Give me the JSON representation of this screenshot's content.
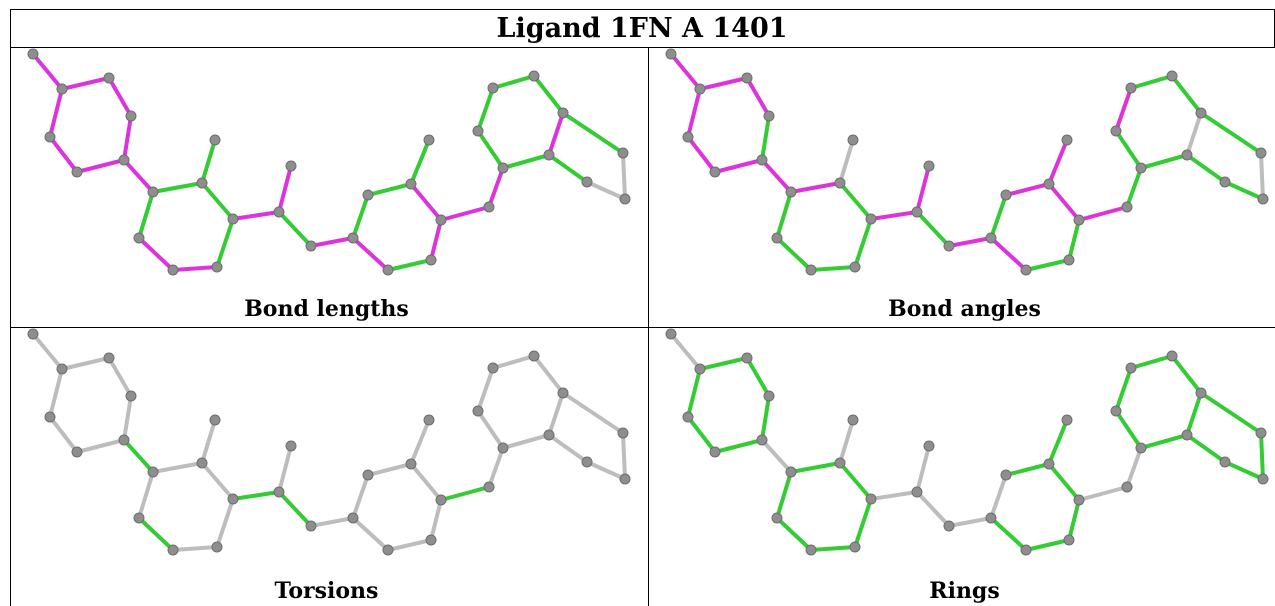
{
  "title": "Ligand 1FN A 1401",
  "colors": {
    "magenta": "#dd33dd",
    "green": "#33cc33",
    "gray": "#bdbdbd",
    "atom": "#8e8e8e"
  },
  "panels": [
    {
      "caption": "Bond lengths",
      "bond_colors": [
        "m",
        "m",
        "m",
        "m",
        "m",
        "m",
        "m",
        "m",
        "g",
        "g",
        "g",
        "g",
        "m",
        "m",
        "g",
        "m",
        "m",
        "g",
        "m",
        "g",
        "g",
        "g",
        "m",
        "m",
        "g",
        "m",
        "m",
        "m",
        "g",
        "g",
        "g",
        "g",
        "m",
        "g",
        "g",
        "x",
        "x",
        "g",
        "g"
      ]
    },
    {
      "caption": "Bond angles",
      "bond_colors": [
        "m",
        "m",
        "m",
        "g",
        "m",
        "m",
        "m",
        "m",
        "x",
        "m",
        "g",
        "g",
        "g",
        "g",
        "g",
        "m",
        "m",
        "g",
        "m",
        "g",
        "m",
        "m",
        "m",
        "g",
        "g",
        "m",
        "m",
        "g",
        "g",
        "m",
        "g",
        "g",
        "x",
        "g",
        "g",
        "x",
        "g",
        "g",
        "g"
      ]
    },
    {
      "caption": "Torsions",
      "bond_colors": [
        "x",
        "x",
        "x",
        "x",
        "x",
        "x",
        "x",
        "g",
        "x",
        "x",
        "x",
        "x",
        "x",
        "g",
        "x",
        "g",
        "x",
        "g",
        "x",
        "x",
        "x",
        "x",
        "x",
        "x",
        "x",
        "x",
        "g",
        "x",
        "x",
        "x",
        "x",
        "x",
        "x",
        "x",
        "x",
        "x",
        "x",
        "x",
        "x"
      ]
    },
    {
      "caption": "Rings",
      "bond_colors": [
        "x",
        "g",
        "g",
        "g",
        "g",
        "g",
        "g",
        "x",
        "x",
        "g",
        "g",
        "g",
        "g",
        "g",
        "g",
        "x",
        "x",
        "x",
        "x",
        "x",
        "g",
        "g",
        "g",
        "g",
        "g",
        "g",
        "x",
        "x",
        "g",
        "g",
        "g",
        "g",
        "g",
        "g",
        "g",
        "g",
        "g",
        "g",
        "g"
      ]
    }
  ]
}
